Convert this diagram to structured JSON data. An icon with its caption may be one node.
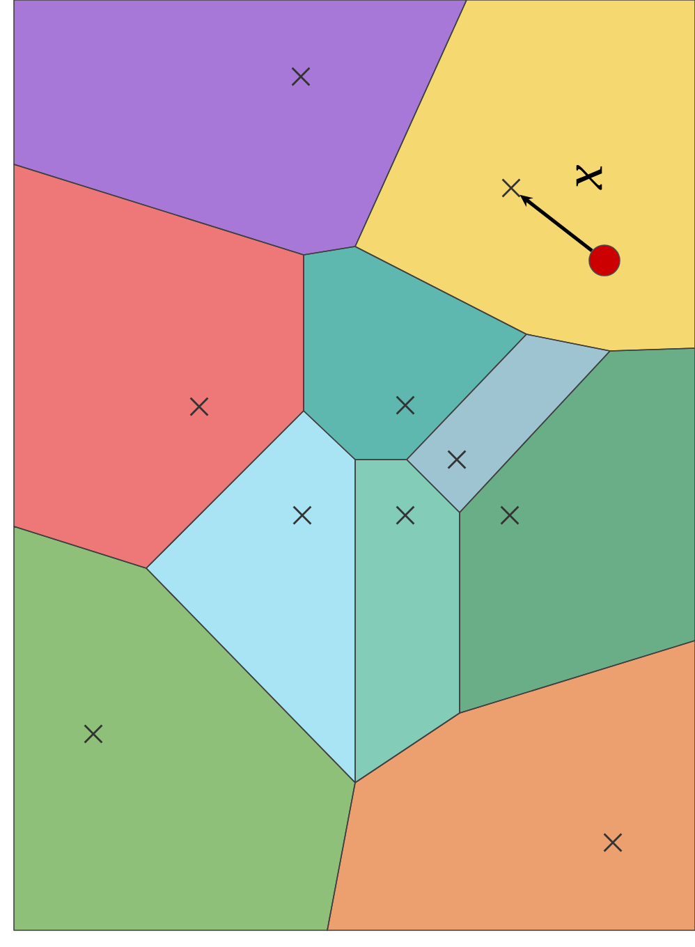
{
  "diagram": {
    "nodes": [
      {
        "text": [],
        "shape": "cross"
      },
      {
        "text": [],
        "shape": "cross"
      },
      {
        "text": [],
        "shape": "cross"
      },
      {
        "text": [],
        "shape": "cross"
      },
      {
        "text": [],
        "shape": "cross"
      },
      {
        "text": [],
        "shape": "cross"
      },
      {
        "text": [],
        "shape": "cross"
      },
      {
        "text": [],
        "shape": "cross"
      },
      {
        "text": [],
        "shape": "cross"
      },
      {
        "text": [],
        "shape": "cross"
      },
      {
        "text": [],
        "shape": "circle",
        "beside": [
          "x"
        ]
      }
    ],
    "edges": [
      {
        "from": 10,
        "to": 1,
        "arrow": "to"
      }
    ]
  }
}
